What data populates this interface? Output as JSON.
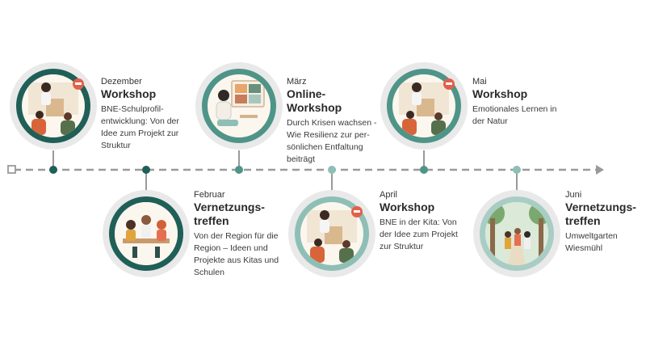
{
  "colors": {
    "dark_teal": "#1f5f57",
    "mid_teal": "#4f9488",
    "light_teal": "#8ebfb6",
    "axis": "#9a9a9a"
  },
  "events": [
    {
      "month": "Dezember",
      "title": "Workshop",
      "desc": "BNE-Schulprofil-entwicklung: Von der Idee zum Projekt zur Struktur",
      "icon": "workshop-illustration",
      "has_badge": true
    },
    {
      "month": "Februar",
      "title": "Vernetzungs-treffen",
      "desc": "Von der Region für die Region – Ideen und Projekte aus Kitas und Schulen",
      "icon": "group-meeting-illustration",
      "has_badge": false
    },
    {
      "month": "März",
      "title": "Online-Workshop",
      "desc": "Durch Krisen wachsen - Wie Resilienz zur per-sönlichen Entfaltung beiträgt",
      "icon": "video-call-illustration",
      "has_badge": false
    },
    {
      "month": "April",
      "title": "Workshop",
      "desc": "BNE in der Kita: Von der Idee zum Projekt zur Struktur",
      "icon": "workshop-illustration",
      "has_badge": true
    },
    {
      "month": "Mai",
      "title": "Workshop",
      "desc": "Emotionales Lernen in der Natur",
      "icon": "workshop-illustration",
      "has_badge": true
    },
    {
      "month": "Juni",
      "title": "Vernetzungs-treffen",
      "desc": "Umweltgarten Wiesmühl",
      "icon": "nature-walk-illustration",
      "has_badge": false
    }
  ]
}
